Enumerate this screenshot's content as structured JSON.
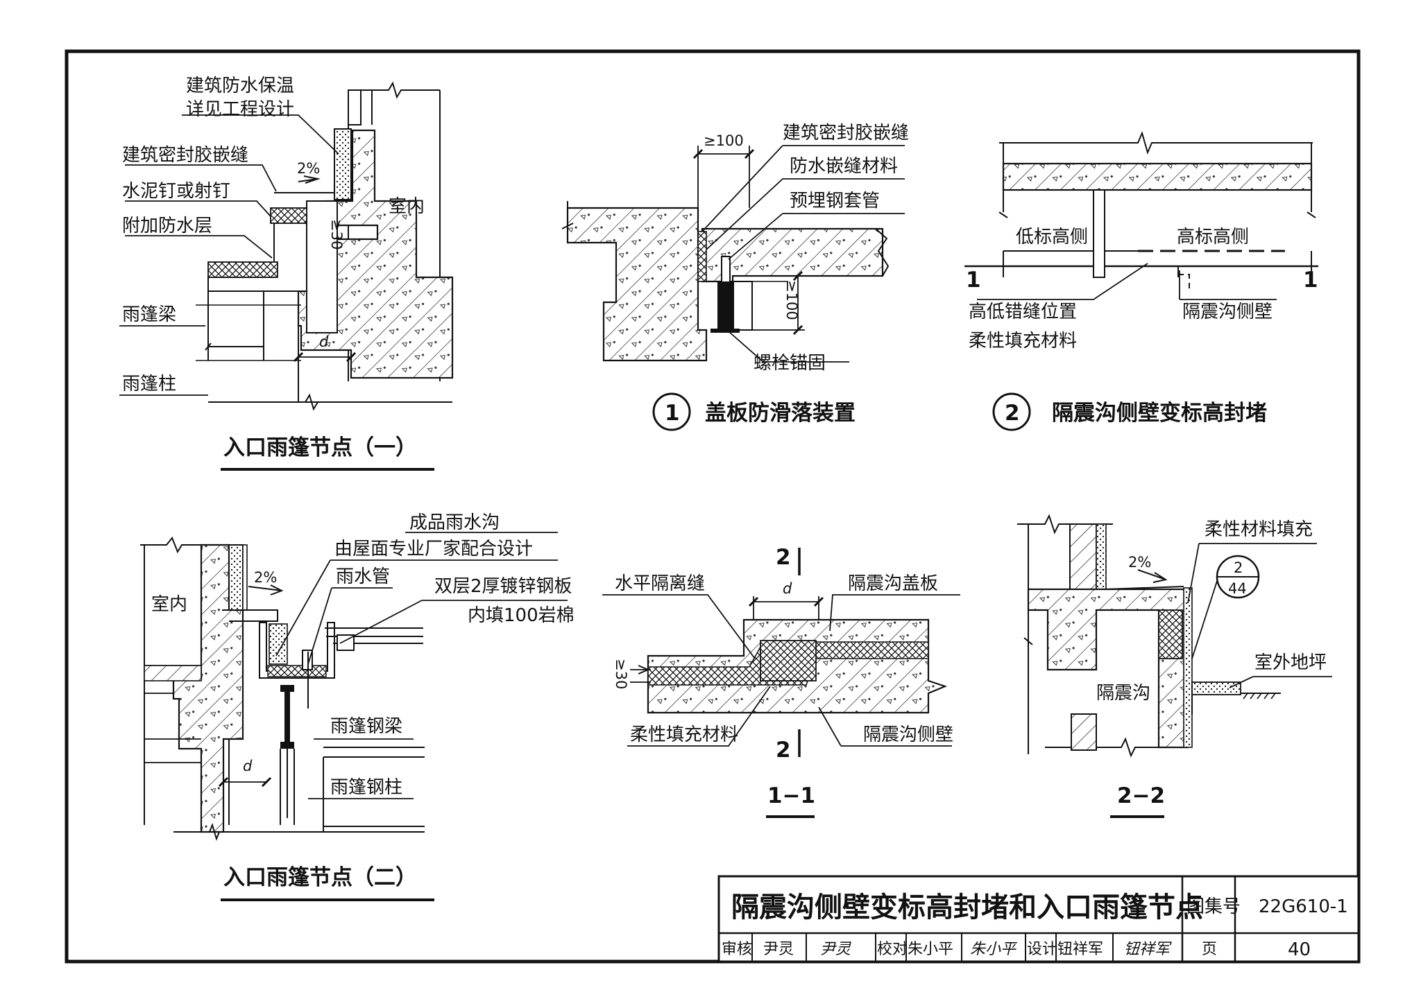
{
  "node1": {
    "caption": "入口雨篷节点（一）",
    "labels": {
      "insulation_1": "建筑防水保温",
      "insulation_2": "详见工程设计",
      "sealant": "建筑密封胶嵌缝",
      "slope": "2%",
      "nail": "水泥钉或射钉",
      "waterproof_layer": "附加防水层",
      "beam": "雨篷梁",
      "column": "雨篷柱",
      "indoor": "室内",
      "gap_min": "≥30",
      "d": "d"
    }
  },
  "detail1": {
    "number": "1",
    "caption": "盖板防滑落装置",
    "labels": {
      "gap": "≥100",
      "sealant": "建筑密封胶嵌缝",
      "filler": "防水嵌缝材料",
      "sleeve": "预埋钢套管",
      "depth": "≥100",
      "bolt": "螺栓锚固"
    }
  },
  "detail2": {
    "number": "2",
    "caption": "隔震沟侧壁变标高封堵",
    "labels": {
      "low_side": "低标高侧",
      "high_side": "高标高侧",
      "sec_left": "1",
      "sec_right": "1",
      "joint_pos": "高低错缝位置",
      "flex_fill": "柔性填充材料",
      "wall": "隔震沟侧壁"
    }
  },
  "node2": {
    "caption": "入口雨篷节点（二）",
    "labels": {
      "gutter_1": "成品雨水沟",
      "gutter_2": "由屋面专业厂家配合设计",
      "downpipe": "雨水管",
      "plate_1": "双层2厚镀锌钢板",
      "plate_2": "内填100岩棉",
      "indoor": "室内",
      "slope": "2%",
      "steel_beam": "雨篷钢梁",
      "steel_column": "雨篷钢柱",
      "d": "d"
    }
  },
  "section11": {
    "caption": "1−1",
    "labels": {
      "sec_top": "2",
      "sec_bottom": "2",
      "d": "d",
      "horiz_joint": "水平隔离缝",
      "cover": "隔震沟盖板",
      "gap_min": "≥30",
      "flex_fill": "柔性填充材料",
      "wall": "隔震沟侧壁"
    }
  },
  "section22": {
    "caption": "2−2",
    "labels": {
      "flex_fill": "柔性材料填充",
      "slope": "2%",
      "ref_top": "2",
      "ref_bottom": "44",
      "ground": "室外地坪",
      "trench": "隔震沟"
    }
  },
  "titleblock": {
    "title": "隔震沟侧壁变标高封堵和入口雨篷节点",
    "atlas_label": "图集号",
    "atlas_no": "22G610-1",
    "review_label": "审核",
    "reviewer": "尹灵",
    "reviewer_sig": "尹灵",
    "check_label": "校对",
    "checker": "朱小平",
    "checker_sig": "朱小平",
    "design_label": "设计",
    "designer": "钮祥军",
    "designer_sig": "钮祥军",
    "page_label": "页",
    "page_no": "40"
  }
}
